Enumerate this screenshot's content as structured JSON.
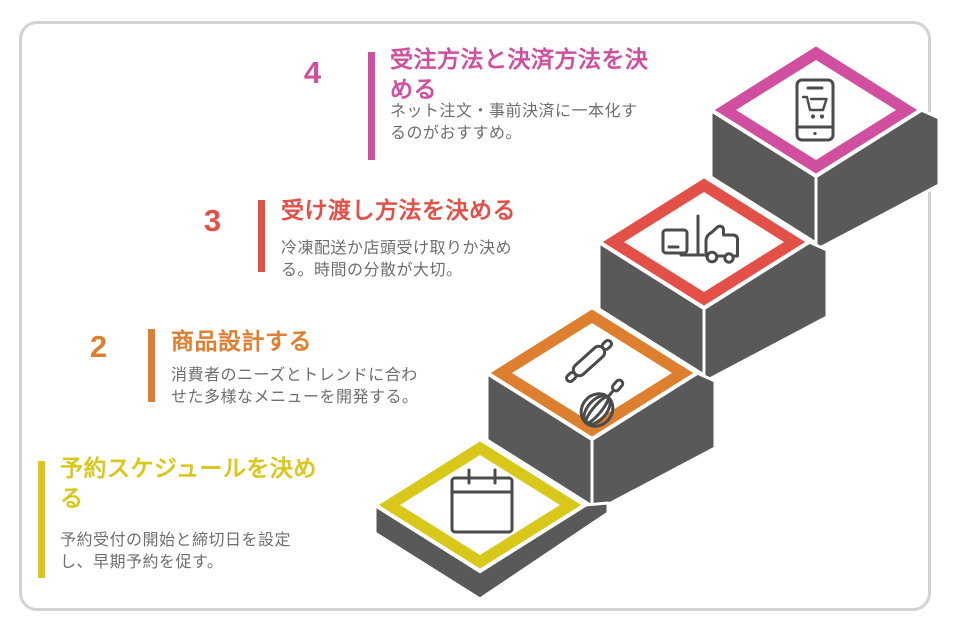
{
  "steps": [
    {
      "number": "",
      "title": "予約スケジュールを決める",
      "description": "予約受付の開始と締切日を設定し、早期予約を促す。",
      "color": "#d9c71a",
      "icon": "calendar-icon"
    },
    {
      "number": "2",
      "title": "商品設計する",
      "description": "消費者のニーズとトレンドに合わせた多様なメニューを開発する。",
      "color": "#dd7f2f",
      "icon": "rolling-pin-whisk-icon"
    },
    {
      "number": "3",
      "title": "受け渡し方法を決める",
      "description": "冷凍配送か店頭受け取りか決める。時間の分散が大切。",
      "color": "#e25048",
      "icon": "forklift-icon"
    },
    {
      "number": "4",
      "title": "受注方法と決済方法を決める",
      "description": "ネット注文・事前決済に一本化するのがおすすめ。",
      "color": "#d14f9f",
      "icon": "smartphone-cart-icon"
    }
  ],
  "colors": {
    "step_block": "#595959",
    "icon_stroke": "#4b4b4b",
    "description_text": "#6e6e6e",
    "card_border": "#d2d2d2",
    "diamond_fill": "#ffffff"
  }
}
